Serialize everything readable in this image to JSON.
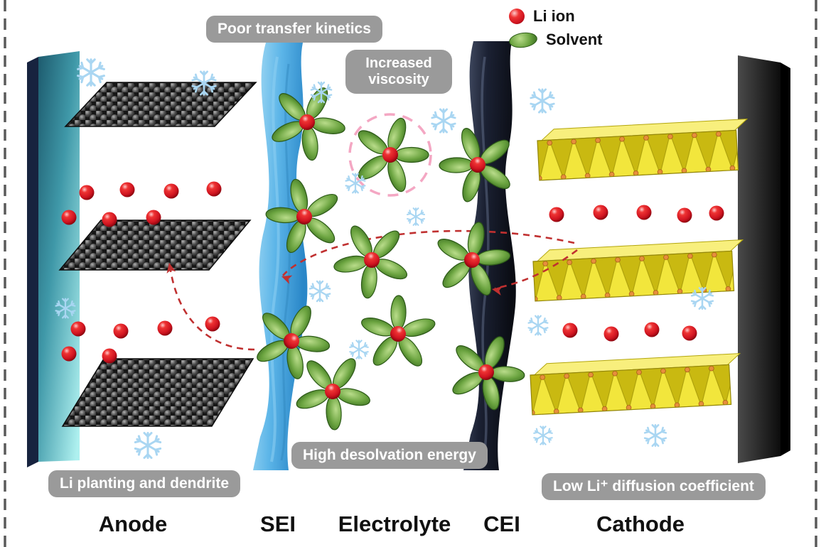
{
  "legend": {
    "items": [
      {
        "label": "Li ion"
      },
      {
        "label": "Solvent"
      }
    ]
  },
  "badges": {
    "poor_transfer": "Poor transfer kinetics",
    "increased_viscosity": "Increased viscosity",
    "high_desolvation": "High desolvation energy",
    "li_planting": "Li planting and dendrite",
    "low_diffusion": "Low Li⁺ diffusion coefficient"
  },
  "layer_labels": {
    "anode": "Anode",
    "sei": "SEI",
    "electrolyte": "Electrolyte",
    "cei": "CEI",
    "cathode": "Cathode"
  },
  "colors": {
    "li_ion": "#cf1420",
    "solvent": "#4e8f33",
    "badge": "#9a9a9a",
    "sei_layer": "#5cb5e8",
    "cei_layer": "#1b2133",
    "cathode_lattice": "#f2e63c",
    "anode_plate": "#3f98a8",
    "snowflake": "#a9d6f2",
    "arrow": "#c03030",
    "solvation_ring": "#f4a7c3"
  }
}
